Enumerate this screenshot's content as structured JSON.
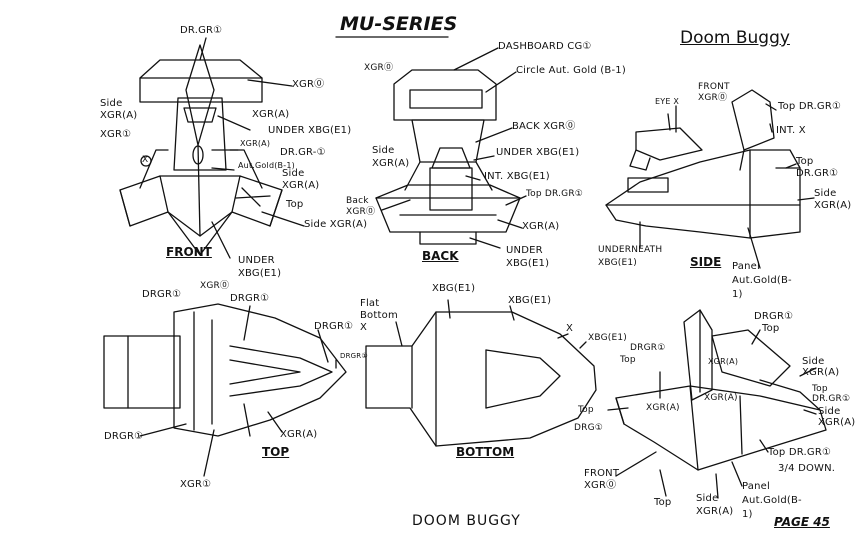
{
  "header": {
    "series_title": "MU-SERIES",
    "model_name": "Doom Buggy"
  },
  "views": {
    "front": {
      "caption": "FRONT",
      "labels": [
        "DR.GR①",
        "XGR⓪",
        "Side XGR(A)",
        "XGR(A)",
        "XGR①",
        "XGR(A)",
        "UNDER XBG(E1)",
        "DR.GR-①",
        "Aut.Gold(B-1)",
        "Side XGR(A)",
        "X",
        "Top",
        "Side XGR(A)",
        "UNDER XBG(E1)"
      ]
    },
    "back": {
      "caption": "BACK",
      "labels": [
        "DASHBOARD CG①",
        "XGR⓪",
        "Circle Aut. Gold (B-1)",
        "BACK XGR⓪",
        "Side XGR(A)",
        "UNDER XBG(E1)",
        "INT. XBG(E1)",
        "Top DR.GR①",
        "Back XGR⓪",
        "XGR(A)",
        "UNDER XBG(E1)"
      ]
    },
    "side": {
      "caption": "SIDE",
      "labels": [
        "EYE X",
        "FRONT XGR⓪",
        "Top DR.GR①",
        "INT. X",
        "Top DR.GR①",
        "Side XGR(A)",
        "UNDERNEATH XBG(E1)",
        "Panel Aut.Gold(B-1)"
      ]
    },
    "top": {
      "caption": "TOP",
      "labels": [
        "DRGR①",
        "XGR⓪",
        "DRGR①",
        "DRGR①",
        "DRGR①",
        "DRGR①",
        "XGR(A)",
        "XGR①"
      ]
    },
    "bottom": {
      "caption": "BOTTOM",
      "labels": [
        "Flat Bottom X",
        "XBG(E1)",
        "XBG(E1)",
        "X",
        "XBG(E1)"
      ]
    },
    "three_quarter": {
      "labels": [
        "DRGR①",
        "Top",
        "DRGR①",
        "Top",
        "Side XGR(A)",
        "Top DR.GR①",
        "Side XGR(A)",
        "XGR(A)",
        "XGR(A)",
        "XGR(A)",
        "Top",
        "DRG①",
        "Top DR.GR①",
        "3/4 DOWN.",
        "FRONT XGR⓪",
        "Panel Aut.Gold(B-1)",
        "Top",
        "Side XGR(A)"
      ]
    }
  },
  "footer": {
    "model_name": "DOOM BUGGY",
    "page_label": "PAGE 45"
  }
}
